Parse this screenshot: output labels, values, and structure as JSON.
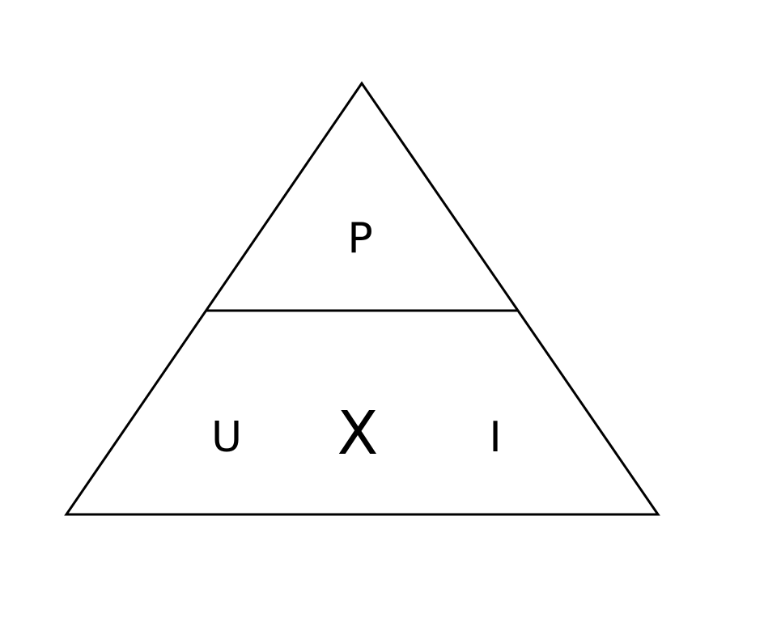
{
  "diagram": {
    "stroke_color": "#000000",
    "background": "#ffffff",
    "top_label": "P",
    "left_label": "U",
    "operator_label": "X",
    "right_label": "I"
  }
}
